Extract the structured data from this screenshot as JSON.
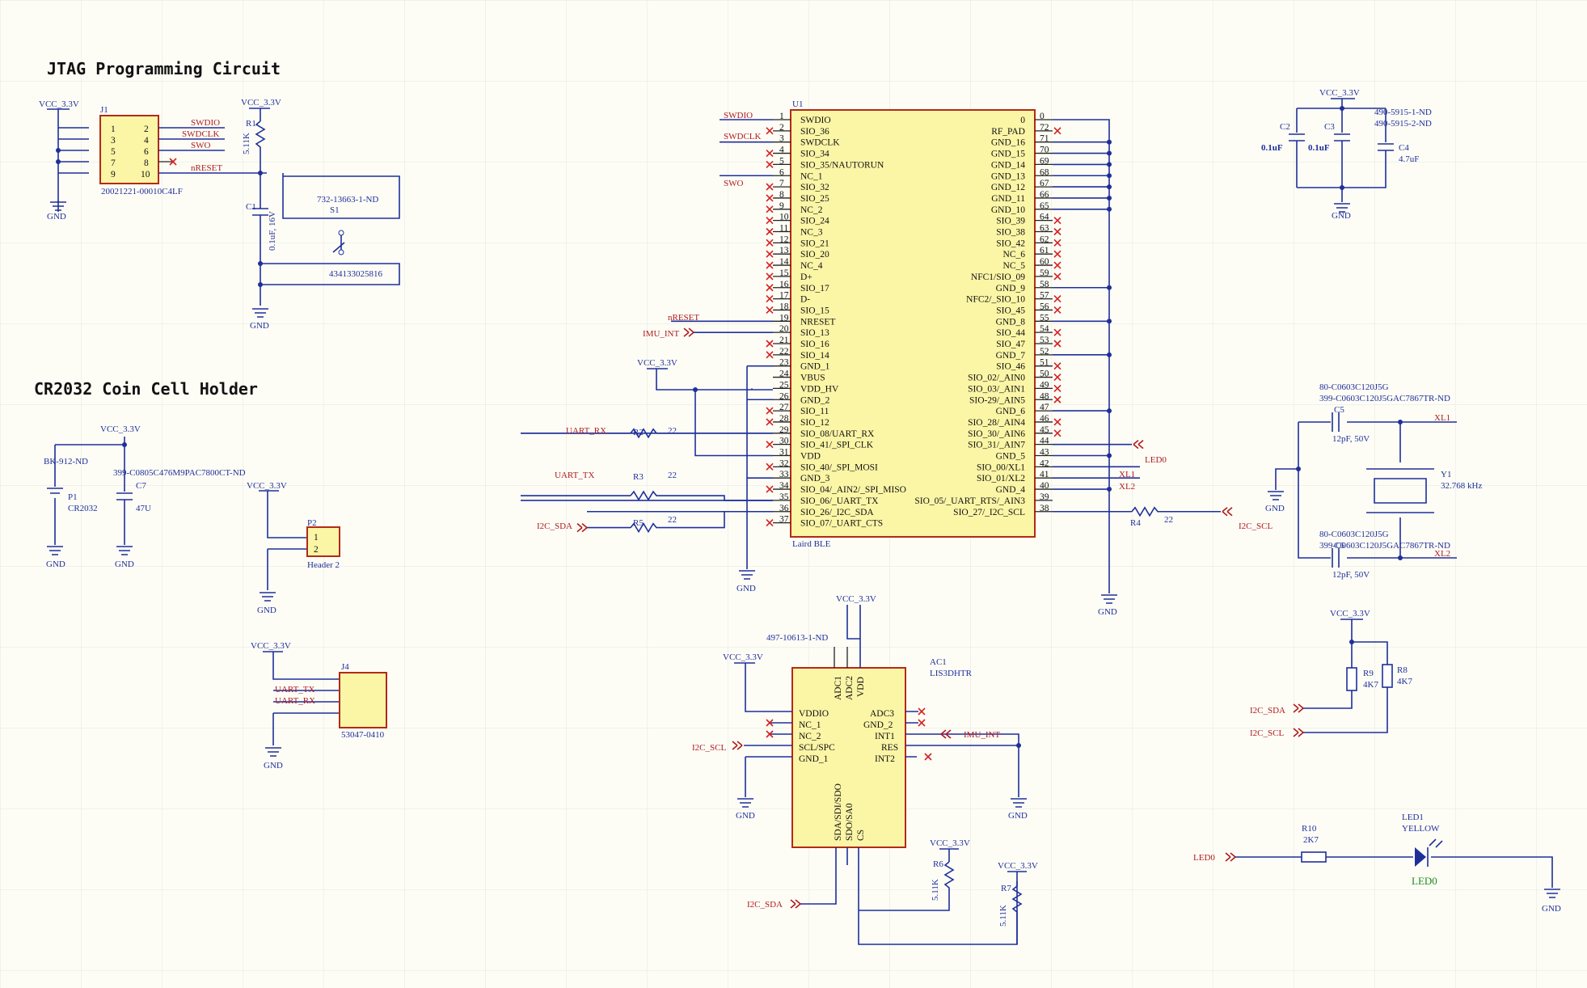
{
  "titles": {
    "jtag": "JTAG Programming Circuit",
    "coin": "CR2032 Coin Cell Holder"
  },
  "power": {
    "vcc": "VCC_3.3V",
    "gnd": "GND"
  },
  "jtag": {
    "j1_ref": "J1",
    "j1_part": "20021221-00010C4LF",
    "r1_ref": "R1",
    "r1_value": "5.11K",
    "c1_ref": "C1",
    "c1_value": "0.1uF, 16V",
    "s1_ref": "S1",
    "s1_part_a": "732-13663-1-ND",
    "s1_part_b": "434133025816",
    "nets": [
      "SWDIO",
      "SWDCLK",
      "SWO",
      "nRESET"
    ],
    "pin_left": [
      "1",
      "3",
      "5",
      "7",
      "9"
    ],
    "pin_right": [
      "2",
      "4",
      "6",
      "8",
      "10"
    ]
  },
  "coin": {
    "p1_ref": "P1",
    "p1_value": "CR2032",
    "p1_part": "BK-912-ND",
    "c7_ref": "C7",
    "c7_value": "47U",
    "c7_part": "399-C0805C476M9PAC7800CT-ND"
  },
  "p2": {
    "ref": "P2",
    "name": "Header 2"
  },
  "j4": {
    "ref": "J4",
    "part": "53047-0410",
    "nets": [
      "UART_TX",
      "UART_RX"
    ]
  },
  "u1": {
    "ref": "U1",
    "name": "Laird BLE",
    "left_pins": [
      "SWDIO",
      "SIO_36",
      "SWDCLK",
      "SIO_34",
      "SIO_35/NAUTORUN",
      "NC_1",
      "SIO_32",
      "SIO_25",
      "NC_2",
      "SIO_24",
      "NC_3",
      "SIO_21",
      "SIO_20",
      "NC_4",
      "D+",
      "SIO_17",
      "D-",
      "SIO_15",
      "NRESET",
      "SIO_13",
      "SIO_16",
      "SIO_14",
      "GND_1",
      "VBUS",
      "VDD_HV",
      "GND_2",
      "SIO_11",
      "SIO_12",
      "SIO_08/UART_RX",
      "SIO_41/_SPI_CLK",
      "VDD",
      "SIO_40/_SPI_MOSI",
      "GND_3",
      "SIO_04/_AIN2/_SPI_MISO",
      "SIO_06/_UART_TX",
      "SIO_26/_I2C_SDA",
      "SIO_07/_UART_CTS"
    ],
    "right_pins": [
      "0",
      "RF_PAD",
      "GND_16",
      "GND_15",
      "GND_14",
      "GND_13",
      "GND_12",
      "GND_11",
      "GND_10",
      "SIO_39",
      "SIO_38",
      "SIO_42",
      "NC_6",
      "NC_5",
      "NFC1/SIO_09",
      "GND_9",
      "NFC2/_SIO_10",
      "SIO_45",
      "GND_8",
      "SIO_44",
      "SIO_47",
      "GND_7",
      "SIO_46",
      "SIO_02/_AIN0",
      "SIO_03/_AIN1",
      "SIO-29/_AIN5",
      "GND_6",
      "SIO_28/_AIN4",
      "SIO_30/_AIN6",
      "SIO_31/_AIN7",
      "GND_5",
      "SIO_00/XL1",
      "SIO_01/XL2",
      "GND_4",
      "SIO_05/_UART_RTS/_AIN3",
      "SIO_27/_I2C_SCL"
    ],
    "right_nums": [
      "0",
      "72",
      "71",
      "70",
      "69",
      "68",
      "67",
      "66",
      "65",
      "64",
      "63",
      "62",
      "61",
      "60",
      "59",
      "58",
      "57",
      "56",
      "55",
      "54",
      "53",
      "52",
      "51",
      "50",
      "49",
      "48",
      "47",
      "46",
      "45",
      "44",
      "43",
      "42",
      "41",
      "40",
      "39",
      "38"
    ],
    "nets_left": [
      "SWDIO",
      "SWDCLK",
      "SWO",
      "nRESET",
      "IMU_INT",
      "UART_RX",
      "UART_TX",
      "I2C_SDA"
    ],
    "nets_right": [
      "LED0",
      "XL1",
      "XL2",
      "I2C_SCL"
    ]
  },
  "resistors": {
    "r2": "R2",
    "r3": "R3",
    "r5": "R5",
    "r4": "R4",
    "value": "22"
  },
  "decoupling": {
    "c2": "C2",
    "c3": "C3",
    "c4": "C4",
    "c2_value": "0.1uF",
    "c3_value": "0.1uF",
    "c4_value": "4.7uF",
    "part_a": "490-5915-1-ND",
    "part_b": "490-5915-2-ND"
  },
  "crystal": {
    "c5": "C5",
    "c6": "C6",
    "cap_value": "12pF, 50V",
    "part_a": "80-C0603C120J5G",
    "part_b": "399-C0603C120J5GAC7867TR-ND",
    "y1_ref": "Y1",
    "y1_value": "32.768 kHz",
    "nets": [
      "XL1",
      "XL2"
    ]
  },
  "pullups": {
    "r9": "R9",
    "r8": "R8",
    "value": "4K7",
    "nets": [
      "I2C_SDA",
      "I2C_SCL"
    ]
  },
  "led": {
    "r10": "R10",
    "r10_value": "2K7",
    "led_ref": "LED1",
    "led_color": "YELLOW",
    "led_label": "LED0",
    "net": "LED0"
  },
  "imu": {
    "ref": "AC1",
    "name": "LIS3DHTR",
    "part": "497-10613-1-ND",
    "left_pins": [
      "VDDIO",
      "NC_1",
      "NC_2",
      "SCL/SPC",
      "GND_1"
    ],
    "right_pins": [
      "ADC3",
      "GND_2",
      "INT1",
      "RES",
      "INT2"
    ],
    "top_pins": [
      "ADC1",
      "ADC2",
      "VDD"
    ],
    "bottom_pins": [
      "SDA/SDI/SDO",
      "SDO/SA0",
      "CS"
    ],
    "r6": "R6",
    "r7": "R7",
    "r_value": "5.11K",
    "nets": [
      "I2C_SCL",
      "IMU_INT",
      "I2C_SDA"
    ]
  }
}
